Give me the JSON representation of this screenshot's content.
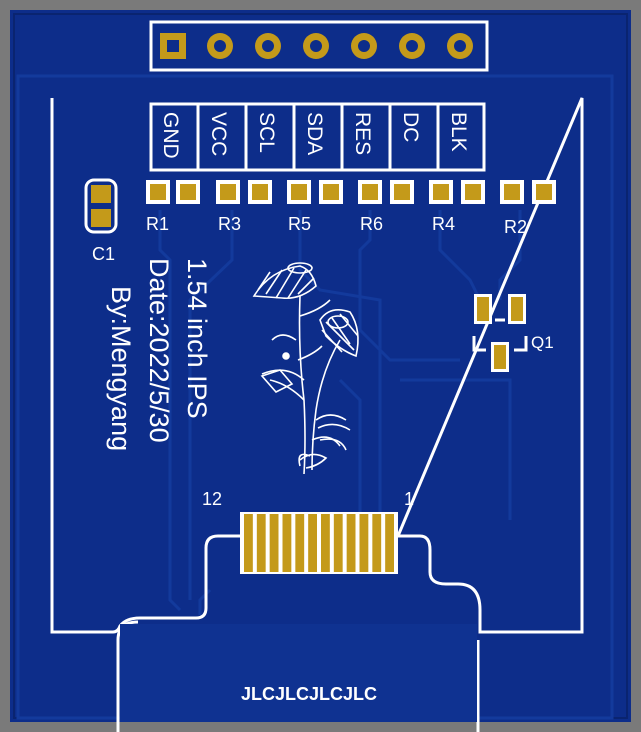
{
  "colors": {
    "board": "#0d2d8a",
    "copper_fill": "#0f3291",
    "trace": "#133a9c",
    "silkscreen": "#ffffff",
    "pad": "#c49a1a",
    "background": "#7a7a7a"
  },
  "header": {
    "pins": [
      "GND",
      "VCC",
      "SCL",
      "SDA",
      "RES",
      "DC",
      "BLK"
    ]
  },
  "resistors": [
    "R1",
    "R3",
    "R5",
    "R6",
    "R4",
    "R2"
  ],
  "capacitor": "C1",
  "transistor": "Q1",
  "board_text": {
    "line1": "1.54 inch IPS",
    "line2": "Date:2022/5/30",
    "line3": "By:Mengyang"
  },
  "connector": {
    "pin_first": "1",
    "pin_last": "12",
    "pad_count": 12
  },
  "footer_text": "JLCJLCJLCJLC",
  "flower_art": "chamomile-flower-icon"
}
